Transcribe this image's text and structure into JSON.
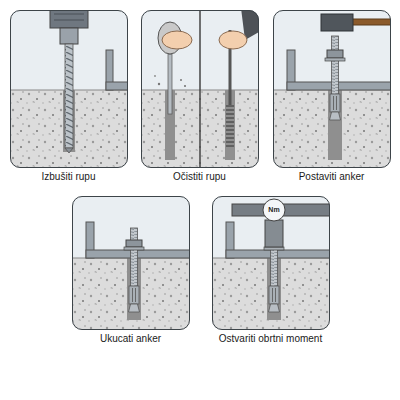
{
  "diagram": {
    "nodes": [
      {
        "text": [
          "Izbušiti rupu"
        ]
      },
      {
        "text": [
          "Očistiti rupu"
        ]
      },
      {
        "text": [
          "Postaviti anker"
        ]
      },
      {
        "text": [
          "Ukucati anker"
        ]
      },
      {
        "text": [
          "Ostvariti obrtni moment"
        ]
      }
    ],
    "labels": [
      "Nm"
    ]
  }
}
